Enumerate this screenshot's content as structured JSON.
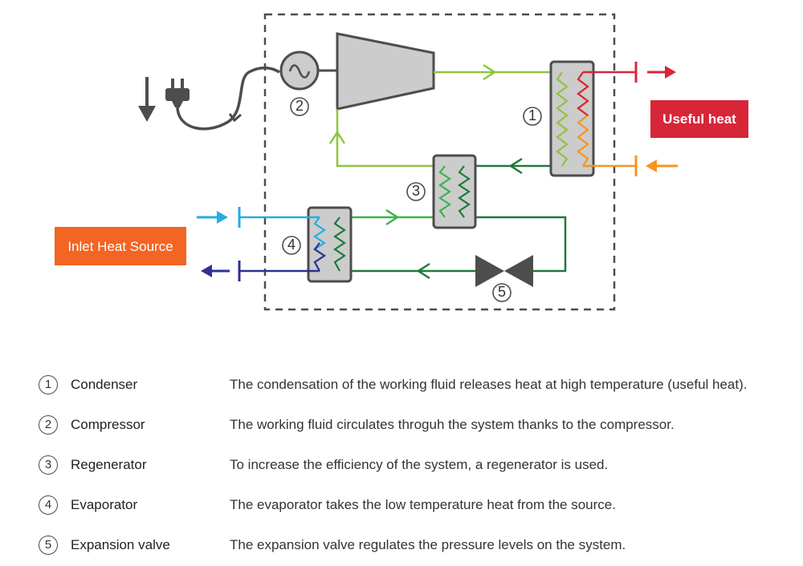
{
  "labels": {
    "useful_heat": "Useful heat",
    "inlet_heat_source": "Inlet Heat Source"
  },
  "callouts": [
    "1",
    "2",
    "3",
    "4",
    "5"
  ],
  "colors": {
    "useful_heat_box": "#d72638",
    "inlet_source_box": "#f26522",
    "hot_out": "#d72638",
    "hot_in": "#f7941d",
    "cold_in": "#29abe2",
    "cold_out": "#2e3192",
    "light_green": "#8cc63f",
    "mid_green": "#39b54a",
    "dark_green": "#1f7a3a",
    "component_gray": "#cccccc",
    "dark_gray": "#4d4d4d"
  },
  "legend": [
    {
      "num": "1",
      "name": "Condenser",
      "desc": "The condensation of the working fluid releases heat at high temperature (useful heat)."
    },
    {
      "num": "2",
      "name": "Compressor",
      "desc": "The working fluid circulates throguh the system thanks to the compressor."
    },
    {
      "num": "3",
      "name": "Regenerator",
      "desc": "To increase the efficiency of the system, a regenerator is used."
    },
    {
      "num": "4",
      "name": "Evaporator",
      "desc": "The evaporator takes the low temperature heat from the source."
    },
    {
      "num": "5",
      "name": "Expansion valve",
      "desc": "The expansion valve regulates the pressure levels on the system."
    }
  ]
}
